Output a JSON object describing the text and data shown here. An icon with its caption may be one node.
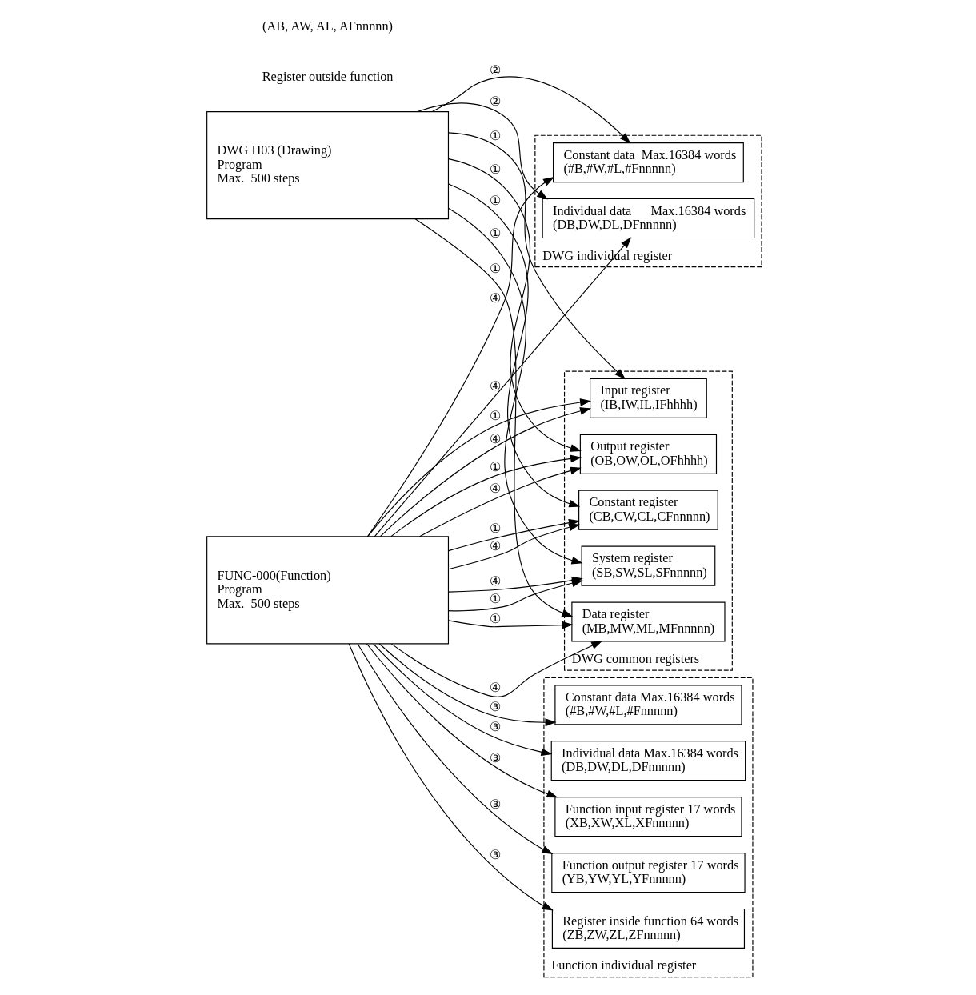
{
  "diagram": {
    "nodes": [
      {
        "text": [
          "DWG H03 (Drawing)",
          "Program",
          "Max.  500 steps"
        ]
      },
      {
        "text": [
          "DWG individual register"
        ]
      },
      {
        "text": [
          "Constant data  Max.16384 words",
          "(#B,#W,#L,#Fnnnnn)"
        ],
        "in": 1
      },
      {
        "text": [
          "Individual data      Max.16384 words",
          "(DB,DW,DL,DFnnnnn)"
        ],
        "in": 1
      },
      {
        "text": [
          "FUNC-000(Function)",
          "Program",
          "Max.  500 steps"
        ]
      },
      {
        "text": [
          "Function individual register"
        ]
      },
      {
        "text": [
          "Function input register 17 words",
          "(XB,XW,XL,XFnnnnn)"
        ],
        "in": 5
      },
      {
        "text": [
          "Function output register 17 words",
          "(YB,YW,YL,YFnnnnn)"
        ],
        "in": 5
      },
      {
        "text": [
          "Register inside function 64 words",
          "(ZB,ZW,ZL,ZFnnnnn)"
        ],
        "in": 5
      },
      {
        "text": [
          "Constant data Max.16384 words",
          "(#B,#W,#L,#Fnnnnn)"
        ],
        "in": 5
      },
      {
        "text": [
          "Individual data Max.16384 words",
          "(DB,DW,DL,DFnnnnn)"
        ],
        "in": 5
      },
      {
        "text": [
          "DWG common registers"
        ]
      },
      {
        "text": [
          "System register",
          "(SB,SW,SL,SFnnnnn)"
        ],
        "in": 11
      },
      {
        "text": [
          "Data register",
          "(MB,MW,ML,MFnnnnn)"
        ],
        "in": 11
      },
      {
        "text": [
          "Input register",
          "(IB,IW,IL,IFhhhh)"
        ],
        "in": 11
      },
      {
        "text": [
          "Output register",
          "(OB,OW,OL,OFhhhh)"
        ],
        "in": 11
      },
      {
        "text": [
          "Constant register",
          "(CB,CW,CL,CFnnnnn)"
        ],
        "in": 11
      }
    ],
    "edges": [
      {
        "from": 0,
        "to": 12,
        "arrow": "to",
        "label": "①"
      },
      {
        "from": 0,
        "to": 13,
        "arrow": "to",
        "label": "①"
      },
      {
        "from": 0,
        "to": 14,
        "arrow": "to",
        "label": "①"
      },
      {
        "from": 0,
        "to": 15,
        "arrow": "to",
        "label": "①"
      },
      {
        "from": 0,
        "to": 16,
        "arrow": "to",
        "label": "①"
      },
      {
        "from": 0,
        "to": 2,
        "arrow": "to",
        "label": "②"
      },
      {
        "from": 0,
        "to": 3,
        "arrow": "to",
        "label": "②"
      },
      {
        "from": 4,
        "to": 2,
        "arrow": "to",
        "label": "④"
      },
      {
        "from": 4,
        "to": 3,
        "arrow": "to",
        "label": "④"
      },
      {
        "from": 4,
        "to": 12,
        "arrow": "to",
        "label": "④"
      },
      {
        "from": 4,
        "to": 13,
        "arrow": "to",
        "label": "④"
      },
      {
        "from": 4,
        "to": 14,
        "arrow": "to",
        "label": "④"
      },
      {
        "from": 4,
        "to": 15,
        "arrow": "to",
        "label": "④"
      },
      {
        "from": 4,
        "to": 16,
        "arrow": "to",
        "label": "④"
      },
      {
        "from": 4,
        "to": 12,
        "arrow": "to",
        "label": "①"
      },
      {
        "from": 4,
        "to": 13,
        "arrow": "to",
        "label": "①"
      },
      {
        "from": 4,
        "to": 14,
        "arrow": "to",
        "label": "①"
      },
      {
        "from": 4,
        "to": 15,
        "arrow": "to",
        "label": "①"
      },
      {
        "from": 4,
        "to": 16,
        "arrow": "to",
        "label": "①"
      },
      {
        "from": 4,
        "to": 6,
        "arrow": "to",
        "label": "③"
      },
      {
        "from": 4,
        "to": 7,
        "arrow": "to",
        "label": "③"
      },
      {
        "from": 4,
        "to": 8,
        "arrow": "to",
        "label": "③"
      },
      {
        "from": 4,
        "to": 9,
        "arrow": "to",
        "label": "③"
      },
      {
        "from": 4,
        "to": 10,
        "arrow": "to",
        "label": "③"
      }
    ],
    "labels": [
      "Register outside function",
      "(AB, AW, AL, AFnnnnn)"
    ]
  }
}
